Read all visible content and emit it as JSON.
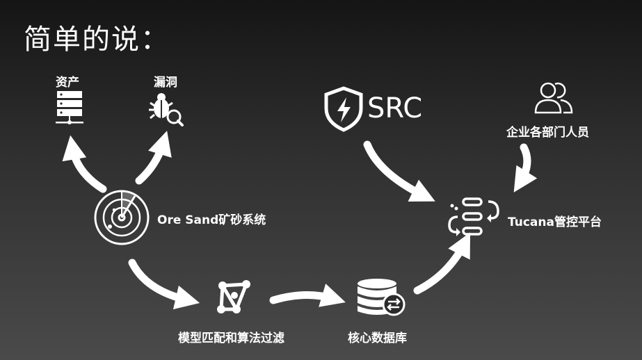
{
  "title": "简单的说：",
  "nodes": {
    "asset": {
      "label": "资产",
      "icon": "server-icon"
    },
    "vuln": {
      "label": "漏洞",
      "icon": "bug-search-icon"
    },
    "oresand": {
      "label": "Ore Sand矿砂系统",
      "icon": "radar-icon"
    },
    "matching": {
      "label": "模型匹配和算法过滤",
      "icon": "network-icon"
    },
    "database": {
      "label": "核心数据库",
      "icon": "database-sync-icon"
    },
    "src": {
      "label": "SRC",
      "icon": "shield-bolt-icon"
    },
    "staff": {
      "label": "企业各部门人员",
      "icon": "users-icon"
    },
    "tucana": {
      "label": "Tucana管控平台",
      "icon": "cycle-list-icon"
    }
  },
  "colors": {
    "background_top": "#151515",
    "background_bottom": "#4a4a4a",
    "foreground": "#ffffff"
  }
}
